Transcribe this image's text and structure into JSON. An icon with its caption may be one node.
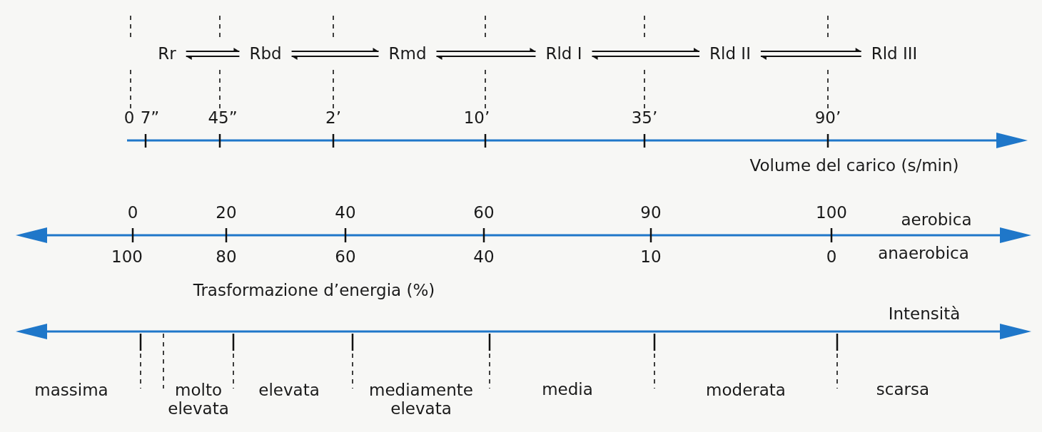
{
  "diagram": {
    "nodes": [
      {
        "text": [
          "Rr"
        ]
      },
      {
        "text": [
          "Rbd"
        ]
      },
      {
        "text": [
          "Rmd"
        ]
      },
      {
        "text": [
          "Rld I"
        ]
      },
      {
        "text": [
          "Rld II"
        ]
      },
      {
        "text": [
          "Rld III"
        ]
      }
    ],
    "edges": [
      {
        "from": 0,
        "to": 1,
        "arrow": "both"
      },
      {
        "from": 1,
        "to": 2,
        "arrow": "both"
      },
      {
        "from": 2,
        "to": 3,
        "arrow": "both"
      },
      {
        "from": 3,
        "to": 4,
        "arrow": "both"
      },
      {
        "from": 4,
        "to": 5,
        "arrow": "both"
      }
    ],
    "labels": [
      "0",
      "7”",
      "45”",
      "2’",
      "10’",
      "35’",
      "90’",
      "Volume del carico (s/min)",
      "0",
      "20",
      "40",
      "60",
      "90",
      "100",
      "aerobica",
      "100",
      "80",
      "60",
      "40",
      "10",
      "0",
      "anaerobica",
      "Trasformazione d’energia (%)",
      "Intensità",
      "massima",
      "molto elevata",
      "elevata",
      "mediamente elevata",
      "media",
      "moderata",
      "scarsa"
    ]
  }
}
